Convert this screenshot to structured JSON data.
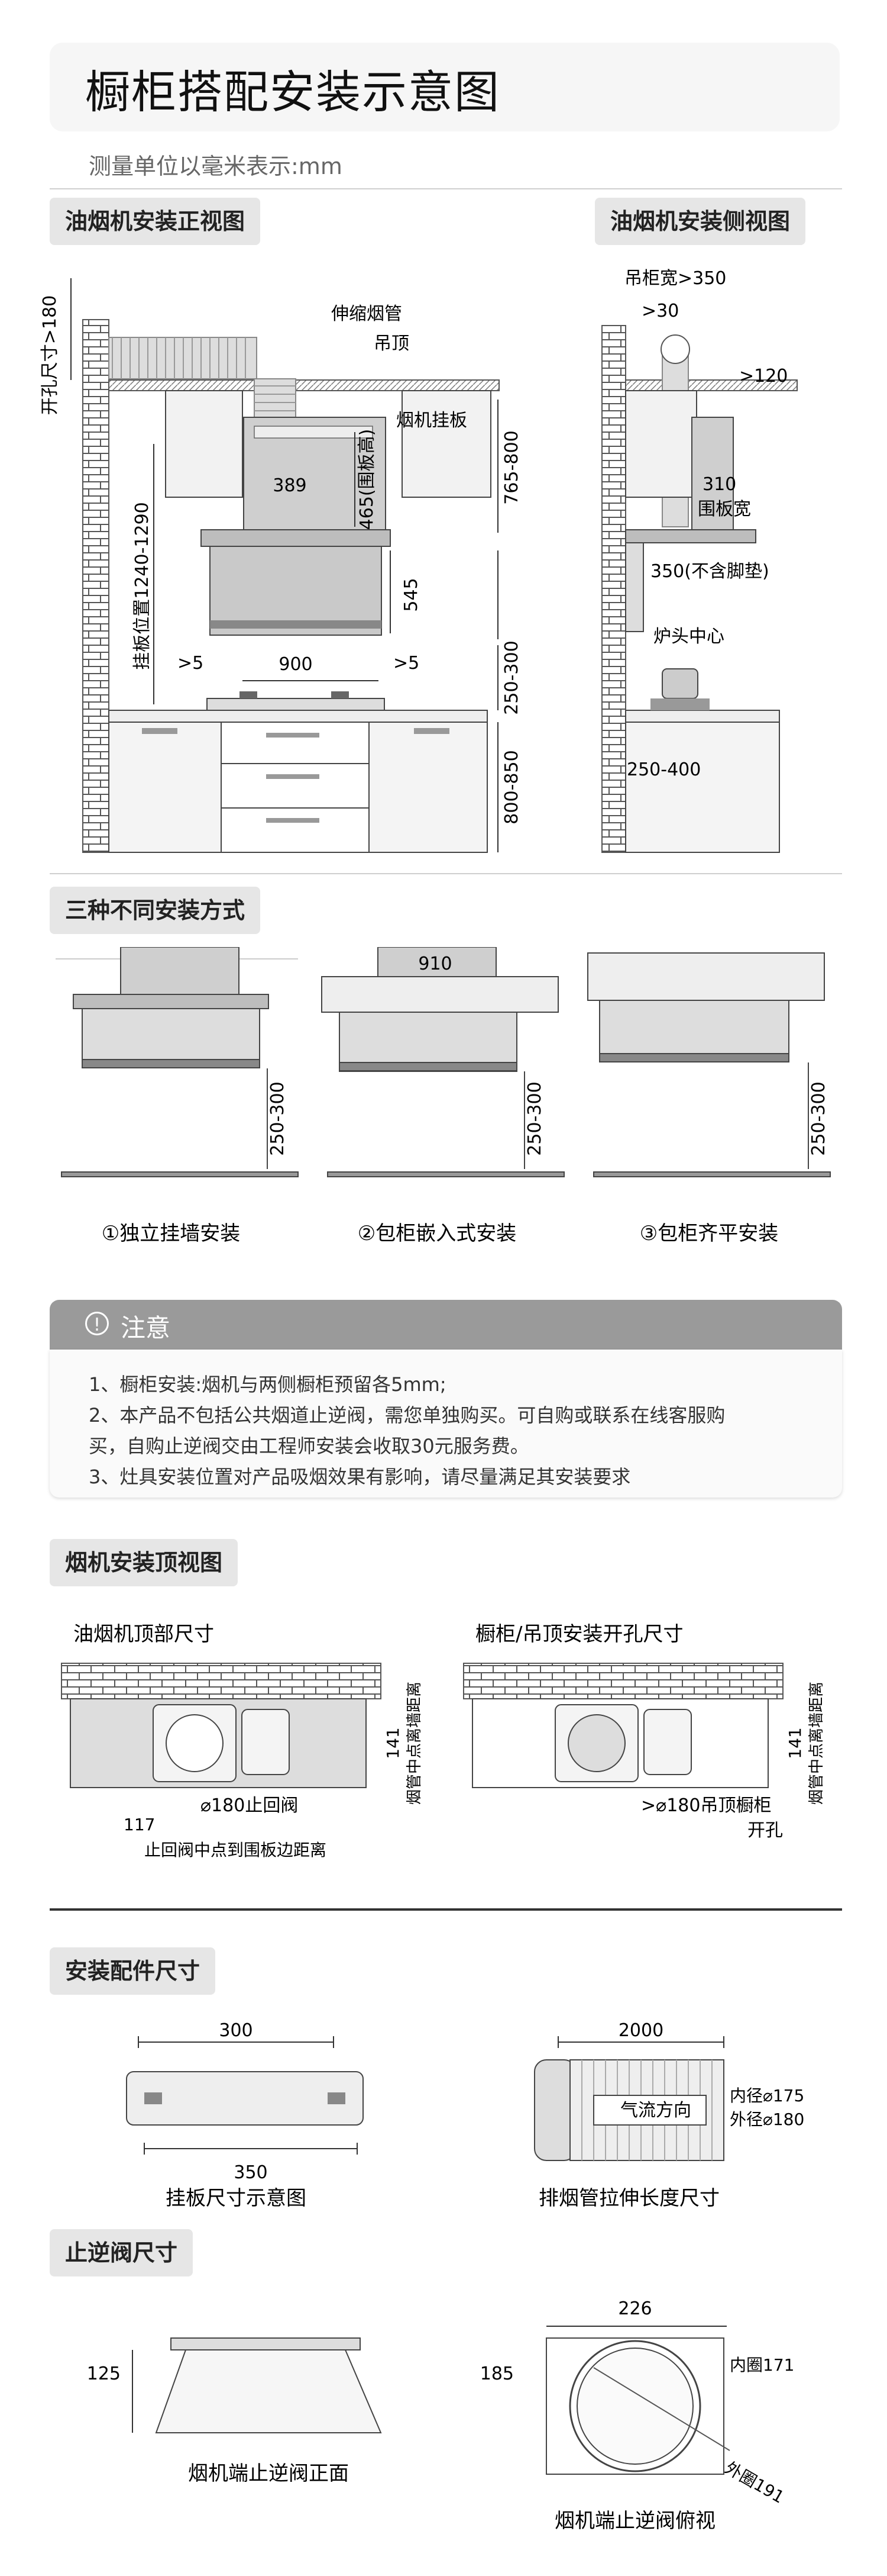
{
  "page_title": "橱柜搭配安装示意图",
  "unit_note": "测量单位以毫米表示:mm",
  "front_view": {
    "tag": "油烟机安装正视图",
    "hole_size": "开孔尺寸>180",
    "duct": "伸缩烟管",
    "ceiling": "吊顶",
    "plate": "烟机挂板",
    "w389": "389",
    "h465": "465(围板高)",
    "h765": "765-800",
    "h545": "545",
    "hang_pos": "挂板位置1240-1290",
    "w900": "900",
    "gap_l": ">5",
    "gap_r": ">5",
    "h250": "250-300",
    "h800": "800-850"
  },
  "side_view": {
    "tag": "油烟机安装侧视图",
    "cab_width": "吊柜宽>350",
    "d30": ">30",
    "d120": ">120",
    "w310": "310",
    "plate_w": "围板宽",
    "d350": "350(不含脚垫)",
    "burner": "炉头中心",
    "d250": "250-400"
  },
  "methods": {
    "tag": "三种不同安装方式",
    "w910": "910",
    "h1": "250-300",
    "h2": "250-300",
    "h3": "250-300",
    "m1": "①独立挂墙安装",
    "m2": "②包柜嵌入式安装",
    "m3": "③包柜齐平安装"
  },
  "notice": {
    "icon": "!",
    "title": "注意",
    "l1": "1、橱柜安装:烟机与两侧橱柜预留各5mm;",
    "l2": "2、本产品不包括公共烟道止逆阀，需您单独购买。可自购或联系在线客服购",
    "l3": "买，自购止逆阀交由工程师安装会收取30元服务费。",
    "l4": "3、灶具安装位置对产品吸烟效果有影响，请尽量满足其安装要求"
  },
  "top_view": {
    "tag": "烟机安装顶视图",
    "left_title": "油烟机顶部尺寸",
    "right_title": "橱柜/吊顶安装开孔尺寸",
    "d141a": "141",
    "d141b": "141",
    "wall_a": "烟管中点离墙距离",
    "wall_b": "烟管中点离墙距离",
    "valve": "⌀180止回阀",
    "d117": "117",
    "valve_edge": "止回阀中点到围板边距离",
    "hole": ">⌀180吊顶橱柜",
    "hole2": "开孔"
  },
  "accessories": {
    "tag": "安装配件尺寸",
    "w300": "300",
    "w350": "350",
    "plate_cap": "挂板尺寸示意图",
    "w2000": "2000",
    "airflow": "气流方向",
    "inner": "内径⌀175",
    "outer": "外径⌀180",
    "pipe_cap": "排烟管拉伸长度尺寸"
  },
  "valve": {
    "tag": "止逆阀尺寸",
    "h125": "125",
    "front_cap": "烟机端止逆阀正面",
    "w226": "226",
    "h185": "185",
    "inner": "内圈171",
    "outer": "外圈191",
    "top_cap": "烟机端止逆阀俯视"
  }
}
